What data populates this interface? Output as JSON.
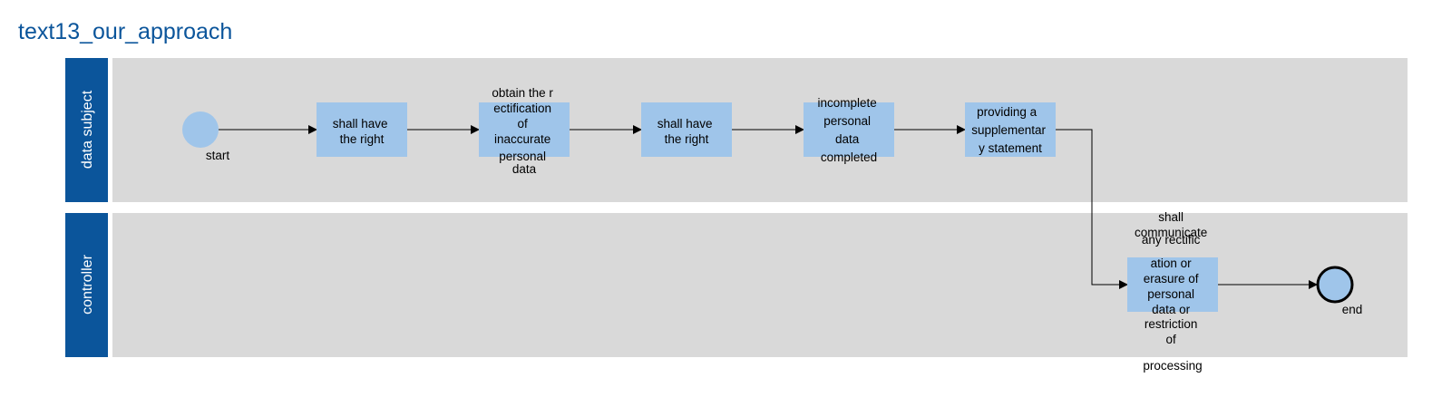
{
  "title": "text13_our_approach",
  "colors": {
    "title": "#0b559b",
    "lane_header": "#0b559b",
    "lane_body": "#d9d9d9",
    "task_fill": "#9fc5ea",
    "event_fill": "#9fc5ea",
    "edge": "#000000"
  },
  "lanes": [
    {
      "label": "data subject"
    },
    {
      "label": "controller"
    }
  ],
  "nodes": {
    "start": {
      "type": "start-event",
      "label": "start"
    },
    "task1": {
      "type": "task",
      "lines": [
        "shall have",
        "the right"
      ]
    },
    "task2": {
      "type": "task",
      "lines": [
        "obtain the r",
        "ectification",
        "of",
        "inaccurate",
        "personal",
        "data"
      ]
    },
    "task3": {
      "type": "task",
      "lines": [
        "shall have",
        "the right"
      ]
    },
    "task4": {
      "type": "task",
      "lines": [
        "incomplete",
        "personal",
        "data",
        "completed"
      ]
    },
    "task5": {
      "type": "task",
      "lines": [
        "providing a",
        "supplementar",
        "y statement"
      ]
    },
    "task6": {
      "type": "task",
      "lines": [
        "shall",
        "communicate",
        "any rectific",
        "ation or",
        "erasure of",
        "personal",
        "data or",
        "restriction",
        "of",
        "processing"
      ]
    },
    "end": {
      "type": "end-event",
      "label": "end"
    }
  },
  "edges": [
    {
      "from": "start",
      "to": "task1"
    },
    {
      "from": "task1",
      "to": "task2"
    },
    {
      "from": "task2",
      "to": "task3"
    },
    {
      "from": "task3",
      "to": "task4"
    },
    {
      "from": "task4",
      "to": "task5"
    },
    {
      "from": "task5",
      "to": "task6"
    },
    {
      "from": "task6",
      "to": "end"
    }
  ]
}
